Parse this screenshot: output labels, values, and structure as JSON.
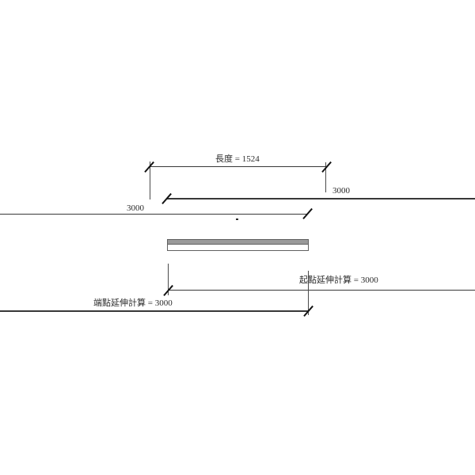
{
  "canvas": {
    "background": "#ffffff",
    "description": "CAD dimension drawing of a beam in plan view"
  },
  "dimensions": {
    "length": {
      "label": "長度 = 1524"
    },
    "right_offset": {
      "label": "3000"
    },
    "left_offset": {
      "label": "3000"
    },
    "start_extension": {
      "label": "起點延伸計算 = 3000"
    },
    "end_extension": {
      "label": "端點延伸計算 = 3000"
    },
    "stray_dot": "."
  },
  "colors": {
    "dimension_line": "#383838",
    "extension_line": "#4a4a4a",
    "tick": "#141414",
    "text": "#2b2b2b",
    "beam_border": "#616161",
    "beam_flange_fill": "#9a9a9a",
    "beam_body_fill": "#ffffff"
  }
}
